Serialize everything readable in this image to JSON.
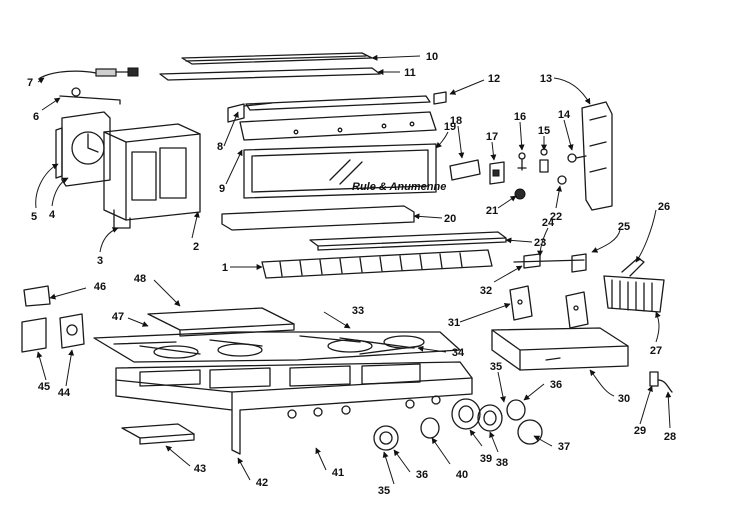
{
  "diagram": {
    "callouts": [
      "1",
      "2",
      "3",
      "4",
      "5",
      "6",
      "7",
      "8",
      "9",
      "10",
      "11",
      "12",
      "13",
      "14",
      "15",
      "16",
      "17",
      "18",
      "19",
      "20",
      "21",
      "22",
      "23",
      "24",
      "25",
      "26",
      "27",
      "28",
      "29",
      "30",
      "31",
      "32",
      "33",
      "34",
      "35",
      "36",
      "37",
      "38",
      "39",
      "40",
      "41",
      "42",
      "43",
      "44",
      "45",
      "46",
      "47",
      "48",
      "35",
      "36"
    ],
    "inscription": "Rule & Anumenne"
  }
}
